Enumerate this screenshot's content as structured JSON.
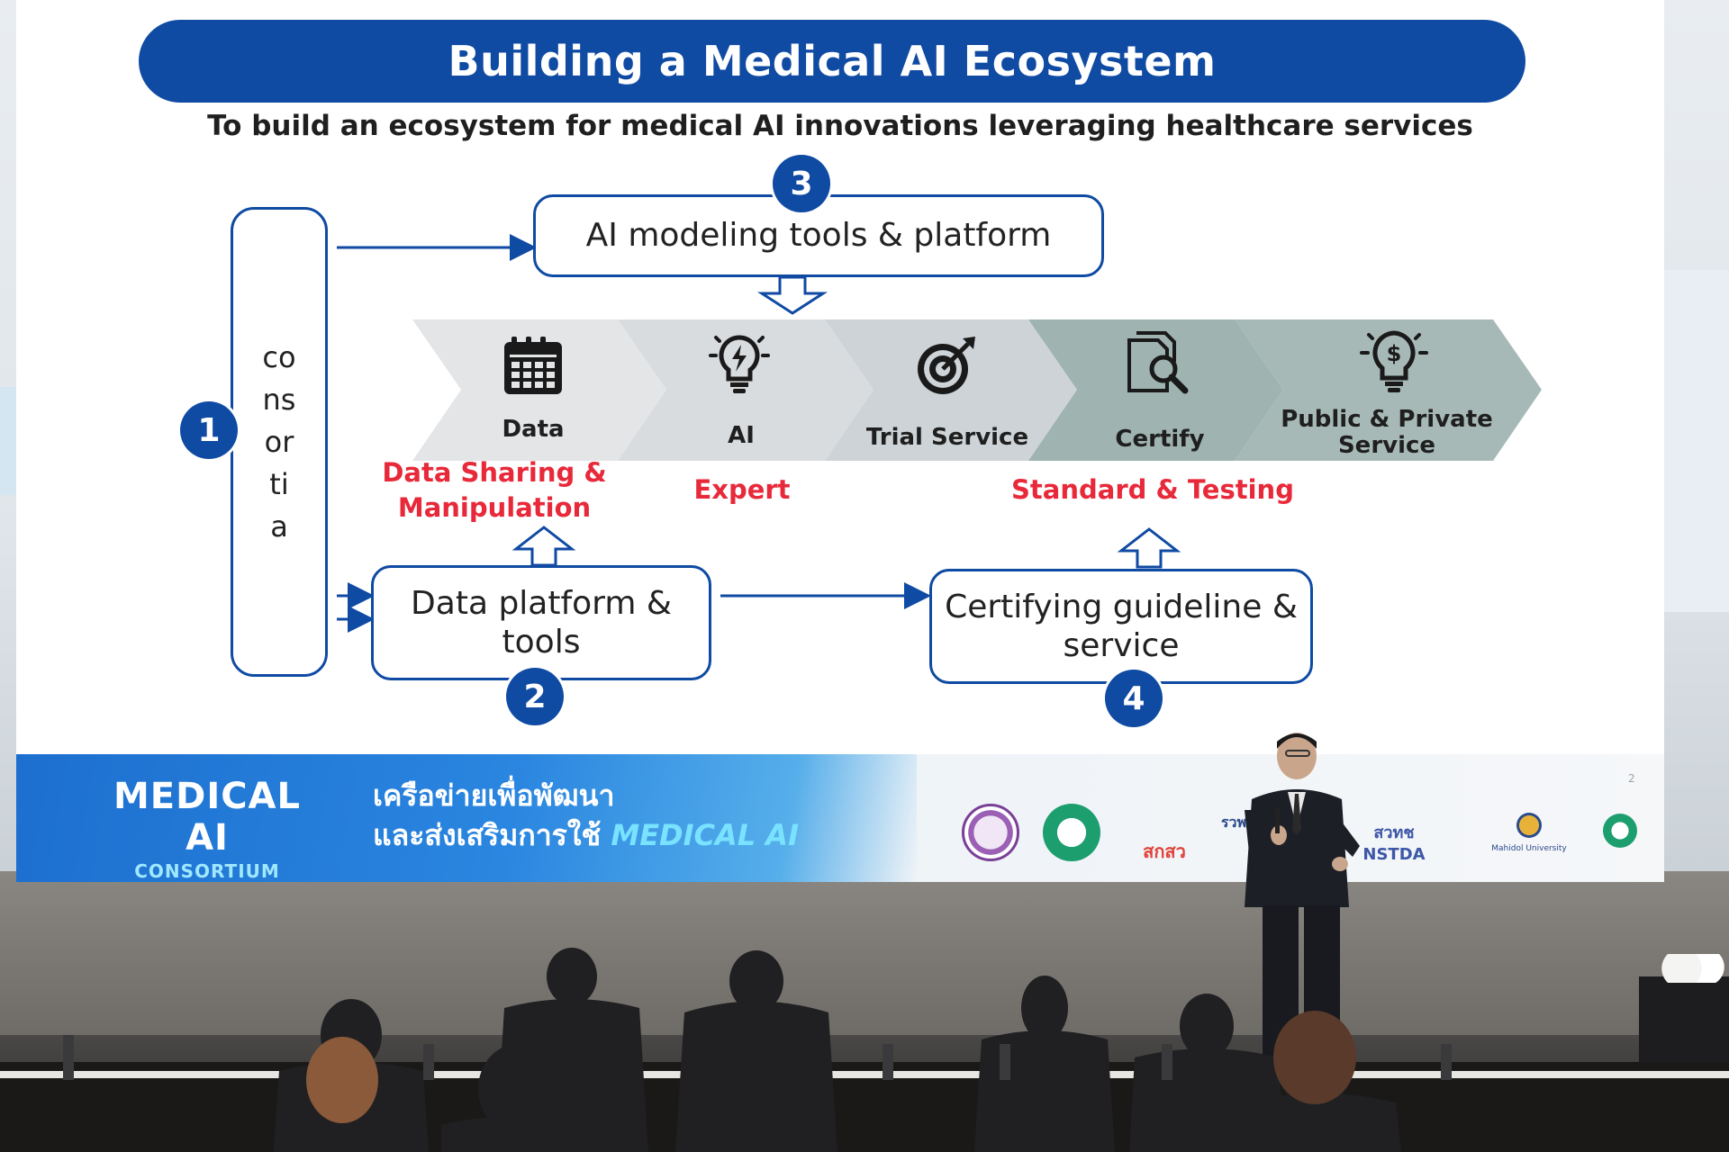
{
  "slide": {
    "title": "Building a Medical AI Ecosystem",
    "subtitle": "To build an ecosystem for medical AI innovations leveraging healthcare services",
    "consortia_label": "consortia",
    "badges": [
      "1",
      "2",
      "3",
      "4"
    ],
    "boxes": {
      "ai_modeling": "AI modeling tools & platform",
      "data_platform": "Data platform & tools",
      "certifying": "Certifying guideline & service"
    },
    "steps": [
      {
        "label": "Data",
        "icon": "calendar-icon",
        "color": "#e3e5e7"
      },
      {
        "label": "AI",
        "icon": "lightbulb-bolt-icon",
        "color": "#d9dcdf"
      },
      {
        "label": "Trial Service",
        "icon": "target-icon",
        "color": "#cdd3d7"
      },
      {
        "label": "Certify",
        "icon": "document-search-icon",
        "color": "#9fb3b0"
      },
      {
        "label": "Public & Private Service",
        "icon": "lightbulb-dollar-icon",
        "color": "#a7b9b6"
      }
    ],
    "red_labels": {
      "data_sharing": "Data Sharing & Manipulation",
      "expert": "Expert",
      "standard": "Standard & Testing"
    },
    "colors": {
      "primary_blue": "#0f4aa3",
      "red_text": "#e8293a"
    },
    "page_number": "2"
  },
  "banner": {
    "brand_main": "MEDICAL AI",
    "brand_sub": "CONSORTIUM",
    "thai_line1": "เครือข่ายเพื่อพัฒนา",
    "thai_line2_prefix": "และส่งเสริมการใช้",
    "thai_line2_accent": "MEDICAL AI",
    "logos": [
      "สกสว",
      "รวพ.",
      "สวทช NSTDA",
      "Mahidol University"
    ]
  }
}
